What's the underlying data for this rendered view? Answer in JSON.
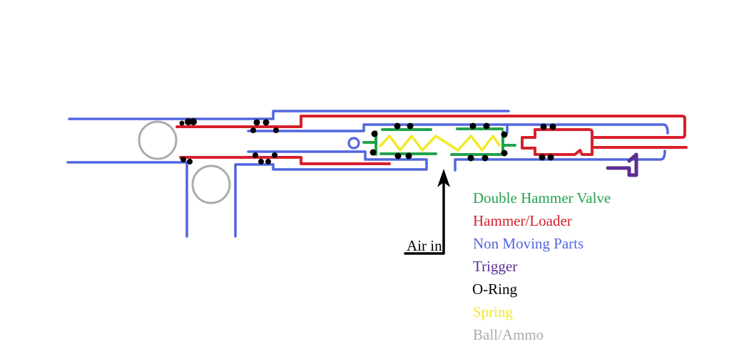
{
  "colors": {
    "non_moving": "#5166df",
    "hammer_loader": "#d6202c",
    "valve": "#23a24e",
    "trigger": "#5c2e91",
    "spring": "#f2e926",
    "ball_ammo": "#ababab",
    "o_ring": "#000000"
  },
  "legend": {
    "items": [
      {
        "label": "Double Hammer Valve",
        "color": "#23a24e"
      },
      {
        "label": "Hammer/Loader",
        "color": "#d6202c"
      },
      {
        "label": "Non Moving Parts",
        "color": "#5166df"
      },
      {
        "label": "Trigger",
        "color": "#5c2e91"
      },
      {
        "label": "O-Ring",
        "color": "#000000"
      },
      {
        "label": "Spring",
        "color": "#f2e926"
      },
      {
        "label": "Ball/Ammo",
        "color": "#ababab"
      }
    ]
  },
  "annotations": {
    "air_in": "Air in"
  }
}
